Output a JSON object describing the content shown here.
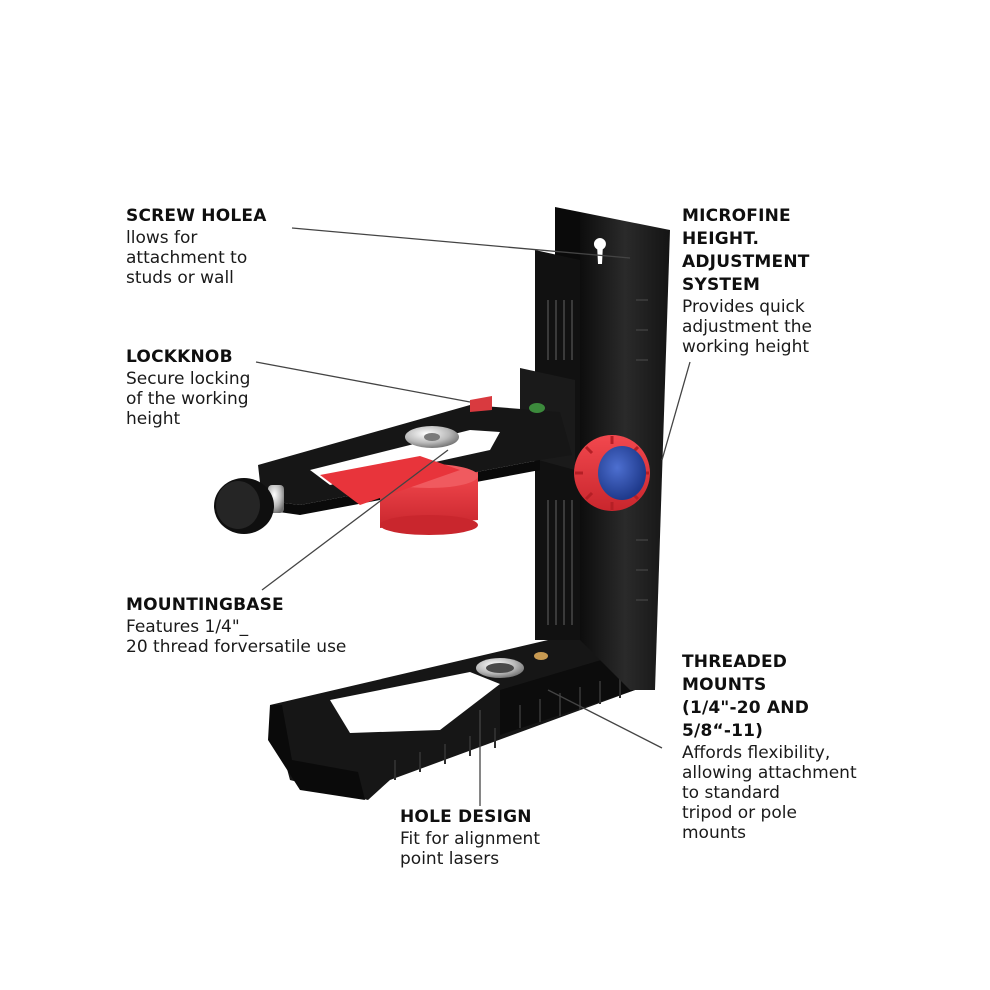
{
  "colors": {
    "body": "#1b1b1b",
    "accent_red": "#e8343b",
    "knob_blue": "#2e4fae",
    "leader_line": "#444444"
  },
  "callouts": {
    "screw_hole": {
      "title": "SCREW HOLEA",
      "desc": "llows for\nattachment to\nstuds or wall"
    },
    "lockknob": {
      "title": "LOCKKNOB",
      "desc": "Secure locking\nof the working\nheight"
    },
    "mounting_base": {
      "title": "MOUNTINGBASE",
      "desc": "Features 1/4\"_\n20 thread forversatile use"
    },
    "hole_design": {
      "title": "HOLE DESIGN",
      "desc": "Fit for alignment\npoint lasers"
    },
    "microfine": {
      "title": "MICROFINE\nHEIGHT.\nADJUSTMENT\nSYSTEM",
      "desc": "Provides quick\nadjustment the\nworking height"
    },
    "threaded_mounts": {
      "title": "THREADED\nMOUNTS\n(1/4\"-20 AND\n5/8“-11)",
      "desc": "Affords flexibility,\nallowing attachment\nto standard\ntripod or pole\nmounts"
    }
  }
}
